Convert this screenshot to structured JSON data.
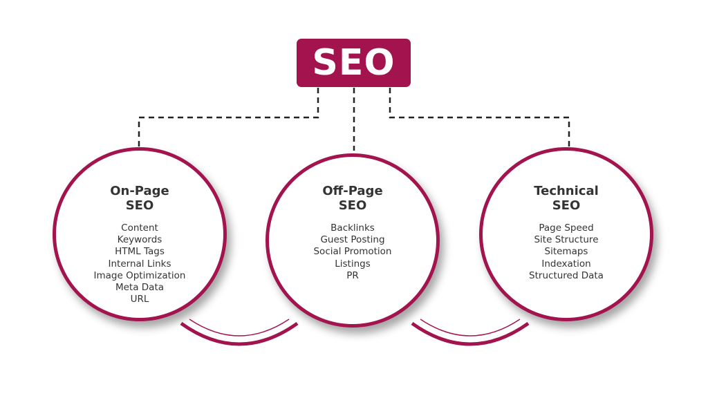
{
  "root": {
    "label": "SEO"
  },
  "branches": [
    {
      "title_line1": "On-Page",
      "title_line2": "SEO",
      "items": [
        "Content",
        "Keywords",
        "HTML Tags",
        "Internal Links",
        "Image Optimization",
        "Meta Data",
        "URL"
      ]
    },
    {
      "title_line1": "Off-Page",
      "title_line2": "SEO",
      "items": [
        "Backlinks",
        "Guest Posting",
        "Social Promotion",
        "Listings",
        "PR"
      ]
    },
    {
      "title_line1": "Technical",
      "title_line2": "SEO",
      "items": [
        "Page Speed",
        "Site Structure",
        "Sitemaps",
        "Indexation",
        "Structured Data"
      ]
    }
  ],
  "colors": {
    "accent": "#a3144f",
    "text": "#333333",
    "connector": "#222222"
  }
}
